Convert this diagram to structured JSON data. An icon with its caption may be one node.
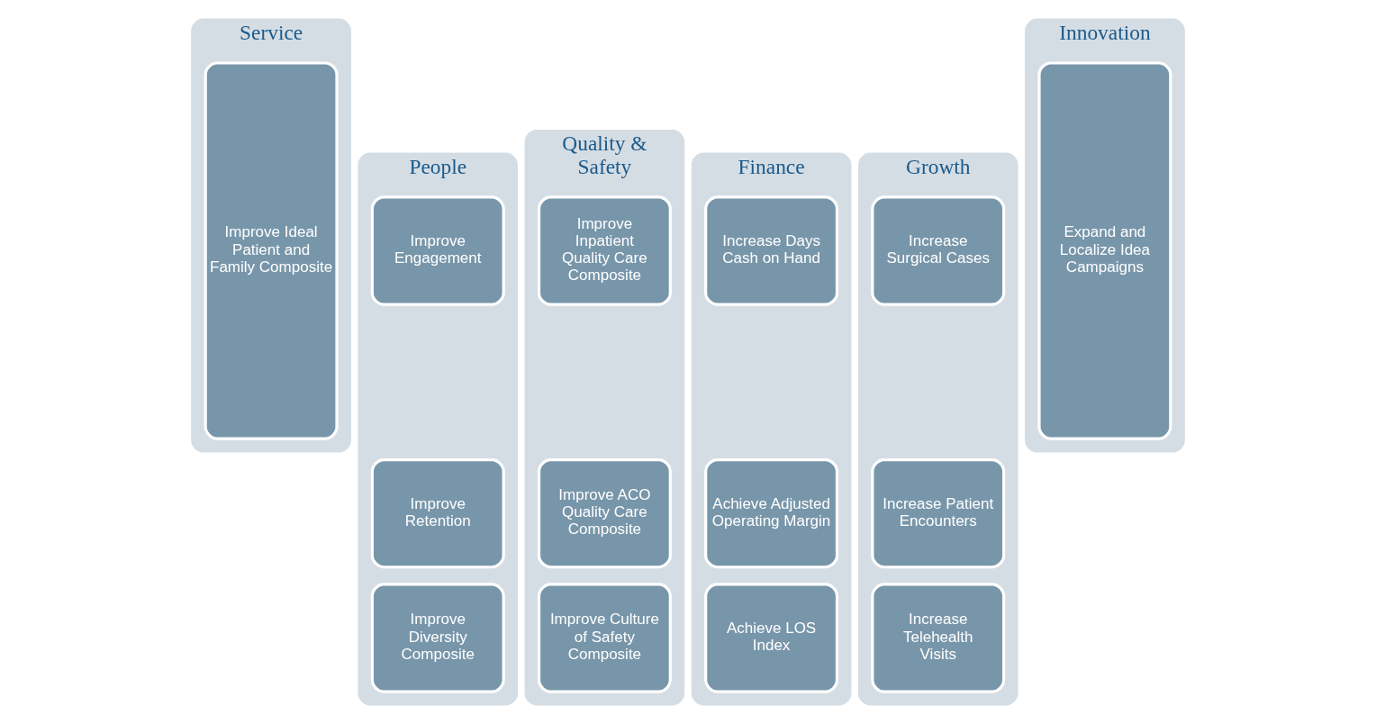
{
  "diagram": {
    "nodes": [
      {
        "text": [
          "Service"
        ]
      },
      {
        "text": [
          "Improve Ideal Patient and Family Composite"
        ],
        "in": 0
      },
      {
        "text": [
          "People"
        ]
      },
      {
        "text": [
          "Improve Engagement"
        ],
        "in": 2
      },
      {
        "text": [
          "Improve Retention"
        ],
        "in": 2
      },
      {
        "text": [
          "Improve Diversity Composite"
        ],
        "in": 2
      },
      {
        "text": [
          "Quality & Safety"
        ]
      },
      {
        "text": [
          "Improve Inpatient Quality Care Composite"
        ],
        "in": 6
      },
      {
        "text": [
          "Improve ACO Quality Care Composite"
        ],
        "in": 6
      },
      {
        "text": [
          "Improve Culture of Safety Composite"
        ],
        "in": 6
      },
      {
        "text": [
          "Finance"
        ]
      },
      {
        "text": [
          "Increase Days Cash on Hand"
        ],
        "in": 10
      },
      {
        "text": [
          "Achieve Adjusted Operating Margin"
        ],
        "in": 10
      },
      {
        "text": [
          "Achieve LOS Index"
        ],
        "in": 10
      },
      {
        "text": [
          "Growth"
        ]
      },
      {
        "text": [
          "Increase Surgical Cases"
        ],
        "in": 14
      },
      {
        "text": [
          "Increase Patient Encounters"
        ],
        "in": 14
      },
      {
        "text": [
          "Increase Telehealth Visits"
        ],
        "in": 14
      },
      {
        "text": [
          "Innovation"
        ]
      },
      {
        "text": [
          "Expand and Localize Idea Campaigns"
        ],
        "in": 18
      }
    ],
    "edges": []
  }
}
